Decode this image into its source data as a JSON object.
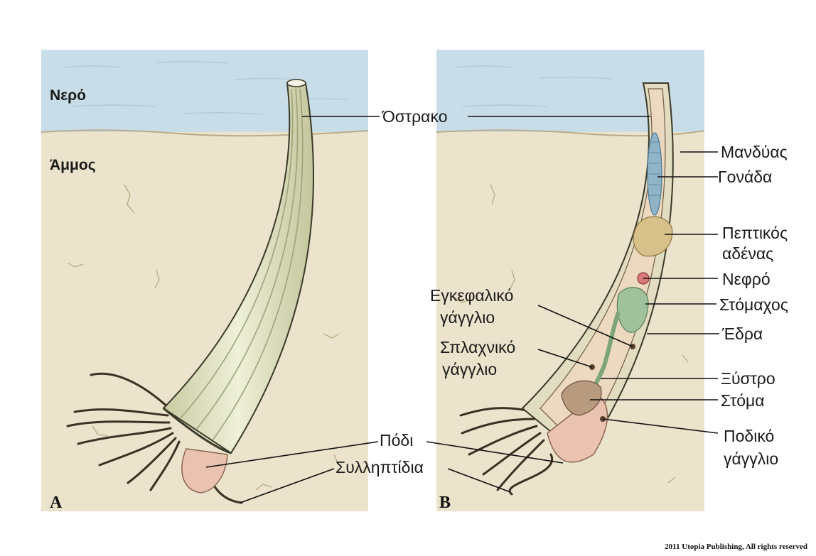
{
  "panel_a": {
    "letter": "A",
    "zone_water": "Νερό",
    "zone_sand": "Άμμος"
  },
  "panel_b": {
    "letter": "B"
  },
  "labels": {
    "shell": "Όστρακο",
    "foot": "Πόδι",
    "captacula": "Συλληπτίδια",
    "mantle": "Μανδύας",
    "gonad": "Γονάδα",
    "digestive_gland_line1": "Πεπτικός",
    "digestive_gland_line2": "αδένας",
    "kidney": "Νεφρό",
    "stomach": "Στόμαχος",
    "anus": "Έδρα",
    "radula": "Ξύστρο",
    "mouth": "Στόμα",
    "pedal_ganglion_line1": "Ποδικό",
    "pedal_ganglion_line2": "γάγγλιο",
    "cerebral_ganglion_line1": "Εγκεφαλικό",
    "cerebral_ganglion_line2": "γάγγλιο",
    "visceral_ganglion_line1": "Σπλαχνικό",
    "visceral_ganglion_line2": "γάγγλιο"
  },
  "copyright": "2011 Utopia Publishing, All rights reserved",
  "colors": {
    "water": "#c9dde8",
    "sand": "#ece3cc",
    "shell": "#dfe2c4",
    "shell_stripe": "#aeb48a",
    "foot": "#eac3b0",
    "gonad": "#8fb4c8",
    "digestive_gland": "#d8c08a",
    "kidney": "#d97a7a",
    "stomach": "#9fc19b"
  }
}
